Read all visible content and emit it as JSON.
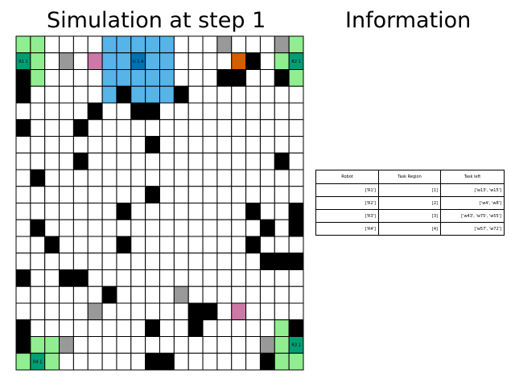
{
  "titles": {
    "simulation": "Simulation at step 1",
    "information": "Information"
  },
  "grid": {
    "rows": 20,
    "cols": 20,
    "colors": {
      "empty": "#ffffff",
      "obstacle": "#000000",
      "light_green": "#90ee90",
      "dark_green": "#009e73",
      "gray": "#999999",
      "pink": "#cc79a7",
      "light_blue": "#56b4e9",
      "blue": "#0072b2",
      "orange": "#d55e00"
    },
    "cells": [
      {
        "r": 0,
        "c": 0,
        "k": "light_green"
      },
      {
        "r": 0,
        "c": 1,
        "k": "light_green"
      },
      {
        "r": 0,
        "c": 6,
        "k": "light_blue"
      },
      {
        "r": 0,
        "c": 7,
        "k": "light_blue"
      },
      {
        "r": 0,
        "c": 8,
        "k": "light_blue"
      },
      {
        "r": 0,
        "c": 9,
        "k": "light_blue"
      },
      {
        "r": 0,
        "c": 10,
        "k": "light_blue"
      },
      {
        "r": 0,
        "c": 14,
        "k": "gray"
      },
      {
        "r": 0,
        "c": 18,
        "k": "gray"
      },
      {
        "r": 0,
        "c": 19,
        "k": "light_green"
      },
      {
        "r": 1,
        "c": 0,
        "k": "dark_green",
        "label": "R1 1"
      },
      {
        "r": 1,
        "c": 1,
        "k": "light_green"
      },
      {
        "r": 1,
        "c": 3,
        "k": "gray"
      },
      {
        "r": 1,
        "c": 5,
        "k": "pink"
      },
      {
        "r": 1,
        "c": 6,
        "k": "light_blue"
      },
      {
        "r": 1,
        "c": 7,
        "k": "light_blue"
      },
      {
        "r": 1,
        "c": 8,
        "k": "blue",
        "label": "U 1 A"
      },
      {
        "r": 1,
        "c": 9,
        "k": "light_blue"
      },
      {
        "r": 1,
        "c": 10,
        "k": "light_blue"
      },
      {
        "r": 1,
        "c": 15,
        "k": "orange"
      },
      {
        "r": 1,
        "c": 16,
        "k": "obstacle"
      },
      {
        "r": 1,
        "c": 18,
        "k": "light_green"
      },
      {
        "r": 1,
        "c": 19,
        "k": "dark_green",
        "label": "R2 1"
      },
      {
        "r": 2,
        "c": 0,
        "k": "obstacle"
      },
      {
        "r": 2,
        "c": 1,
        "k": "light_green"
      },
      {
        "r": 2,
        "c": 6,
        "k": "light_blue"
      },
      {
        "r": 2,
        "c": 7,
        "k": "light_blue"
      },
      {
        "r": 2,
        "c": 8,
        "k": "light_blue"
      },
      {
        "r": 2,
        "c": 9,
        "k": "light_blue"
      },
      {
        "r": 2,
        "c": 10,
        "k": "light_blue"
      },
      {
        "r": 2,
        "c": 14,
        "k": "obstacle"
      },
      {
        "r": 2,
        "c": 15,
        "k": "obstacle"
      },
      {
        "r": 2,
        "c": 18,
        "k": "obstacle"
      },
      {
        "r": 2,
        "c": 19,
        "k": "light_green"
      },
      {
        "r": 3,
        "c": 0,
        "k": "obstacle"
      },
      {
        "r": 3,
        "c": 6,
        "k": "light_blue"
      },
      {
        "r": 3,
        "c": 7,
        "k": "obstacle"
      },
      {
        "r": 3,
        "c": 8,
        "k": "light_blue"
      },
      {
        "r": 3,
        "c": 9,
        "k": "light_blue"
      },
      {
        "r": 3,
        "c": 10,
        "k": "light_blue"
      },
      {
        "r": 3,
        "c": 11,
        "k": "obstacle"
      },
      {
        "r": 4,
        "c": 5,
        "k": "obstacle"
      },
      {
        "r": 4,
        "c": 8,
        "k": "obstacle"
      },
      {
        "r": 4,
        "c": 9,
        "k": "obstacle"
      },
      {
        "r": 5,
        "c": 0,
        "k": "obstacle"
      },
      {
        "r": 5,
        "c": 4,
        "k": "obstacle"
      },
      {
        "r": 6,
        "c": 9,
        "k": "obstacle"
      },
      {
        "r": 7,
        "c": 4,
        "k": "obstacle"
      },
      {
        "r": 7,
        "c": 18,
        "k": "obstacle"
      },
      {
        "r": 8,
        "c": 1,
        "k": "obstacle"
      },
      {
        "r": 9,
        "c": 9,
        "k": "obstacle"
      },
      {
        "r": 10,
        "c": 7,
        "k": "obstacle"
      },
      {
        "r": 10,
        "c": 16,
        "k": "obstacle"
      },
      {
        "r": 10,
        "c": 19,
        "k": "obstacle"
      },
      {
        "r": 11,
        "c": 1,
        "k": "obstacle"
      },
      {
        "r": 11,
        "c": 17,
        "k": "obstacle"
      },
      {
        "r": 11,
        "c": 19,
        "k": "obstacle"
      },
      {
        "r": 12,
        "c": 2,
        "k": "obstacle"
      },
      {
        "r": 12,
        "c": 7,
        "k": "obstacle"
      },
      {
        "r": 12,
        "c": 16,
        "k": "obstacle"
      },
      {
        "r": 13,
        "c": 17,
        "k": "obstacle"
      },
      {
        "r": 13,
        "c": 18,
        "k": "obstacle"
      },
      {
        "r": 13,
        "c": 19,
        "k": "obstacle"
      },
      {
        "r": 14,
        "c": 0,
        "k": "obstacle"
      },
      {
        "r": 14,
        "c": 3,
        "k": "obstacle"
      },
      {
        "r": 14,
        "c": 4,
        "k": "obstacle"
      },
      {
        "r": 15,
        "c": 6,
        "k": "obstacle"
      },
      {
        "r": 15,
        "c": 11,
        "k": "gray"
      },
      {
        "r": 16,
        "c": 5,
        "k": "gray"
      },
      {
        "r": 16,
        "c": 12,
        "k": "obstacle"
      },
      {
        "r": 16,
        "c": 13,
        "k": "obstacle"
      },
      {
        "r": 16,
        "c": 15,
        "k": "pink"
      },
      {
        "r": 17,
        "c": 0,
        "k": "obstacle"
      },
      {
        "r": 17,
        "c": 9,
        "k": "obstacle"
      },
      {
        "r": 17,
        "c": 12,
        "k": "obstacle"
      },
      {
        "r": 17,
        "c": 18,
        "k": "light_green"
      },
      {
        "r": 17,
        "c": 19,
        "k": "obstacle"
      },
      {
        "r": 18,
        "c": 0,
        "k": "obstacle"
      },
      {
        "r": 18,
        "c": 1,
        "k": "light_green"
      },
      {
        "r": 18,
        "c": 2,
        "k": "light_green"
      },
      {
        "r": 18,
        "c": 3,
        "k": "gray"
      },
      {
        "r": 18,
        "c": 17,
        "k": "gray"
      },
      {
        "r": 18,
        "c": 18,
        "k": "light_green"
      },
      {
        "r": 18,
        "c": 19,
        "k": "dark_green",
        "label": "R3 1"
      },
      {
        "r": 19,
        "c": 0,
        "k": "light_green"
      },
      {
        "r": 19,
        "c": 1,
        "k": "dark_green",
        "label": "R4 1"
      },
      {
        "r": 19,
        "c": 2,
        "k": "light_green"
      },
      {
        "r": 19,
        "c": 9,
        "k": "obstacle"
      },
      {
        "r": 19,
        "c": 10,
        "k": "obstacle"
      },
      {
        "r": 19,
        "c": 17,
        "k": "obstacle"
      },
      {
        "r": 19,
        "c": 18,
        "k": "light_green"
      },
      {
        "r": 19,
        "c": 19,
        "k": "light_green"
      }
    ]
  },
  "info_table": {
    "headers": [
      "Robot",
      "Task Region",
      "Task left"
    ],
    "rows": [
      [
        "['R1']",
        "[1]",
        "['w13', 'w15']"
      ],
      [
        "['R2']",
        "[2]",
        "['w4', 'w8']"
      ],
      [
        "['R3']",
        "[3]",
        "['w43', 'w75', 'w55']"
      ],
      [
        "['R4']",
        "[4]",
        "['w57', 'w72']"
      ]
    ]
  }
}
